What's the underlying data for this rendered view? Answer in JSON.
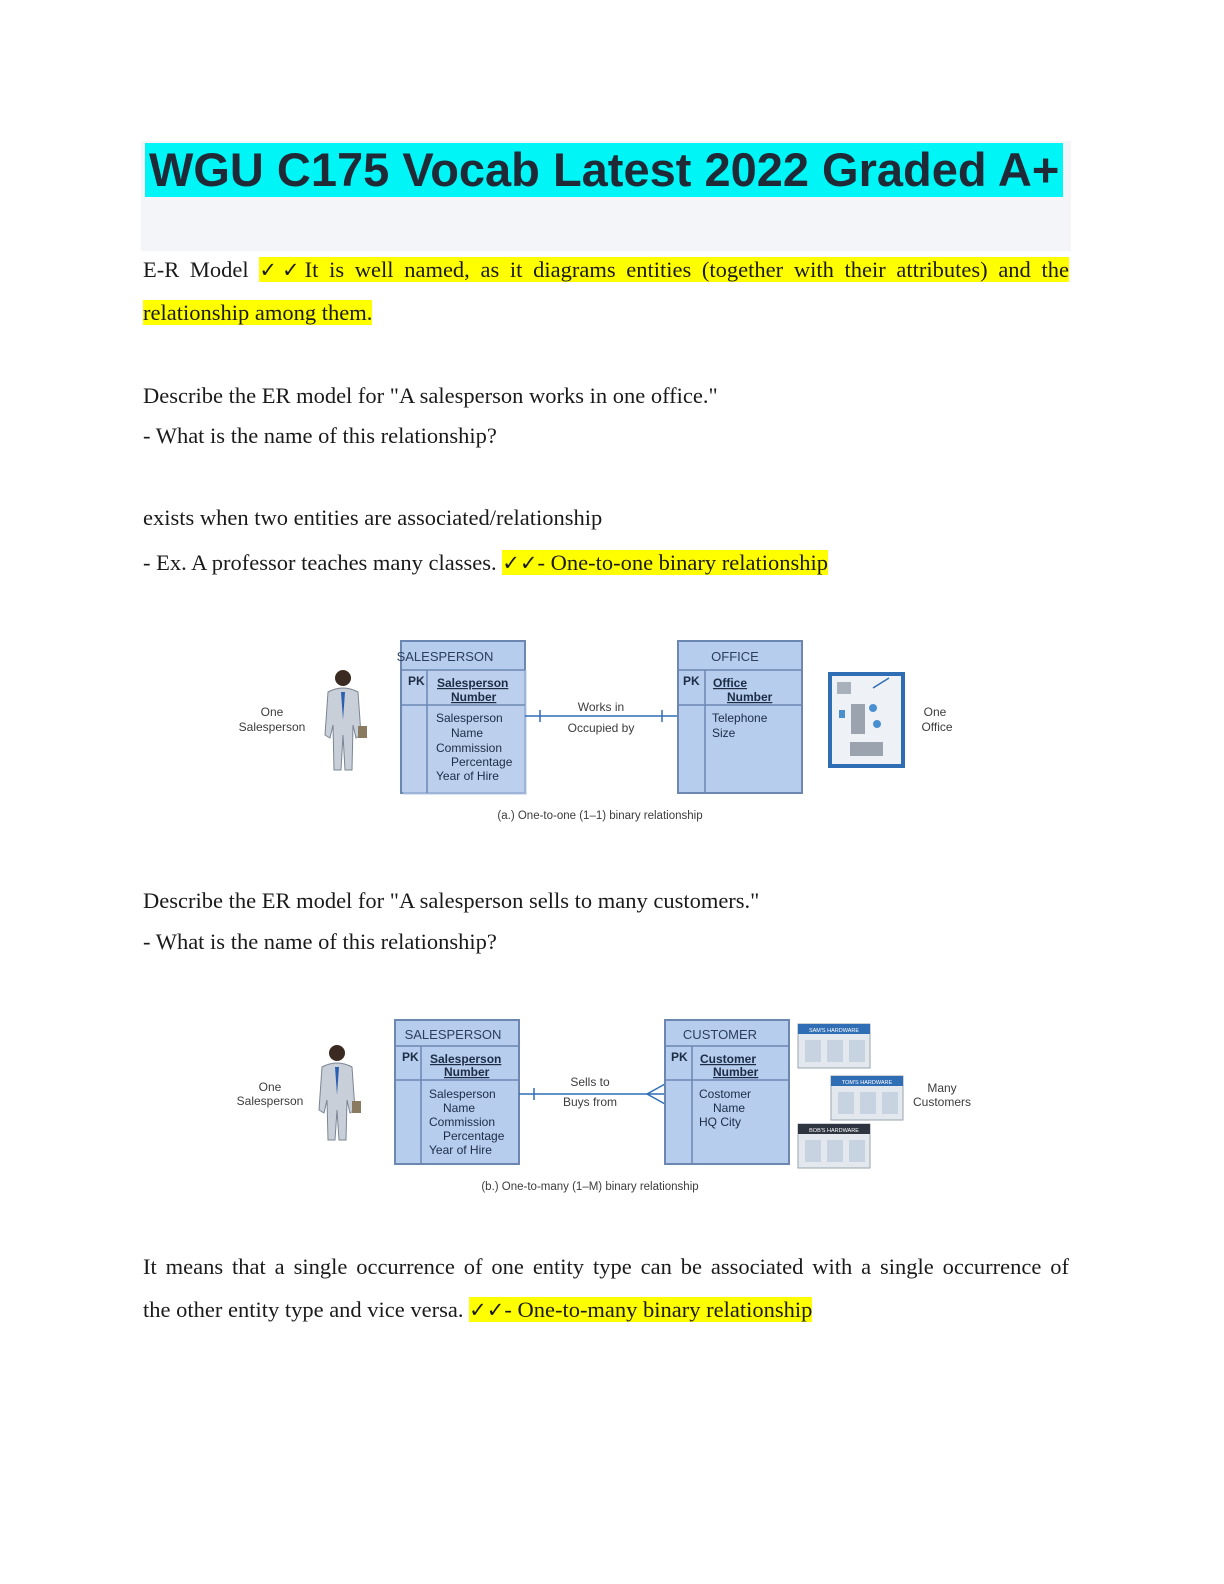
{
  "title": "WGU C175 Vocab Latest 2022 Graded A+",
  "check_mark": "✓✓",
  "items": [
    {
      "term": "E-R Model",
      "answer_line1": "It is well named, as it diagrams entities (together with their attributes) and the",
      "answer_line2": "relationship among them."
    },
    {
      "question_line1": "Describe the ER model for \"A salesperson works in one office.\"",
      "question_line2": "- What is the name of this relationship?"
    },
    {
      "line1": "exists when two entities are associated/relationship",
      "line2": "- Ex. A professor teaches many classes.",
      "answer": "- One-to-one binary relationship"
    },
    {
      "question_line1": "Describe the ER model for \"A salesperson sells to many customers.\"",
      "question_line2": "- What is the name of this relationship?"
    },
    {
      "line1": "It means that a single occurrence of one entity type can be associated with a single occurrence of",
      "line2": "the other entity type and vice versa.",
      "answer": "- One-to-many binary relationship"
    }
  ],
  "figure_a": {
    "left_label": [
      "One",
      "Salesperson"
    ],
    "entity1": {
      "name": "SALESPERSON",
      "pk_label": "PK",
      "pk": [
        "Salesperson",
        "Number"
      ],
      "attributes": [
        "Salesperson",
        "Name",
        "Commission",
        "Percentage",
        "Year of Hire"
      ]
    },
    "relationship": [
      "Works in",
      "Occupied by"
    ],
    "entity2": {
      "name": "OFFICE",
      "pk_label": "PK",
      "pk": [
        "Office",
        "Number"
      ],
      "attributes": [
        "Telephone",
        "Size"
      ]
    },
    "right_label": [
      "One",
      "Office"
    ],
    "caption": "(a.) One-to-one (1–1) binary relationship"
  },
  "figure_b": {
    "left_label": [
      "One",
      "Salesperson"
    ],
    "entity1": {
      "name": "SALESPERSON",
      "pk_label": "PK",
      "pk": [
        "Salesperson",
        "Number"
      ],
      "attributes": [
        "Salesperson",
        "Name",
        "Commission",
        "Percentage",
        "Year of Hire"
      ]
    },
    "relationship": [
      "Sells to",
      "Buys from"
    ],
    "entity2": {
      "name": "CUSTOMER",
      "pk_label": "PK",
      "pk": [
        "Customer",
        "Number"
      ],
      "attributes": [
        "Costomer",
        "Name",
        "HQ City"
      ]
    },
    "right_label": [
      "Many",
      "Customers"
    ],
    "store_signs": [
      "SAM'S HARDWARE",
      "TOM'S HARDWARE",
      "BOB'S HARDWARE"
    ],
    "caption": "(b.) One-to-many (1–M) binary relationship"
  }
}
